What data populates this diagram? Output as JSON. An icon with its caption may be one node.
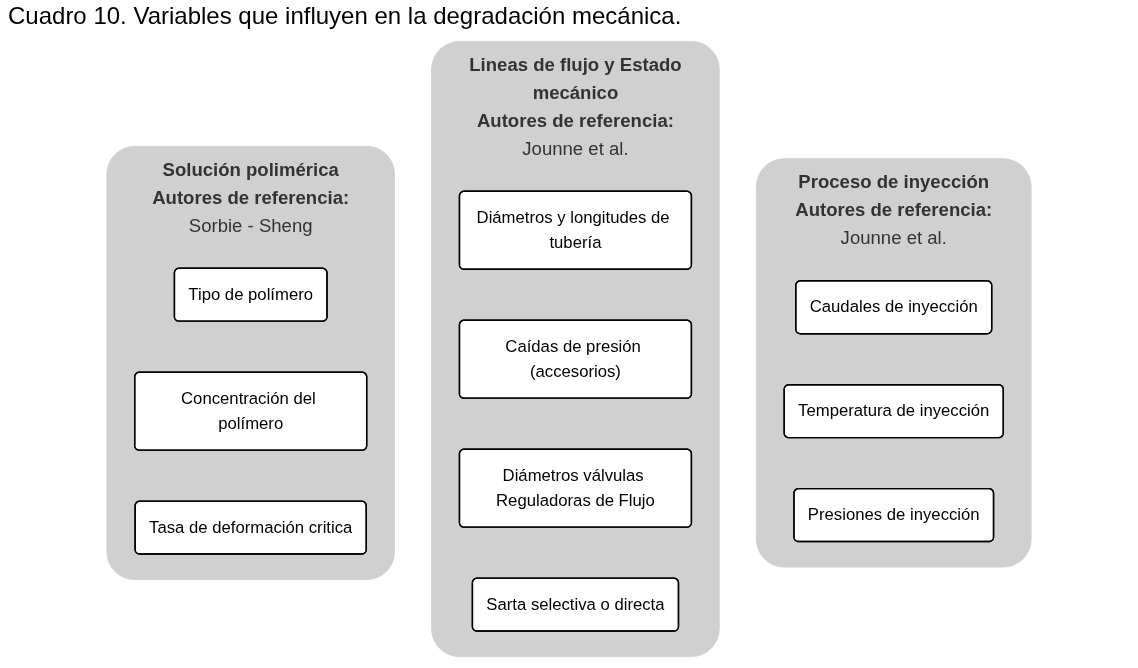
{
  "diagram": {
    "title": "Cuadro 10. Variables que influyen en la degradación mecánica.",
    "nodes": [
      {
        "text": [
          "Solución polimérica",
          "Autores de referencia:",
          "Sorbie - Sheng"
        ]
      },
      {
        "text": [
          "Tipo de polímero"
        ],
        "in": 0
      },
      {
        "text": [
          "Concentración del polímero"
        ],
        "in": 0
      },
      {
        "text": [
          "Tasa de deformación critica"
        ],
        "in": 0
      },
      {
        "text": [
          "Lineas de flujo y Estado mecánico",
          "Autores de referencia:",
          "Jounne et al."
        ]
      },
      {
        "text": [
          "Diámetros y longitudes de tubería"
        ],
        "in": 4
      },
      {
        "text": [
          "Caídas de presión (accesorios)"
        ],
        "in": 4
      },
      {
        "text": [
          "Diámetros válvulas Reguladoras de Flujo"
        ],
        "in": 4
      },
      {
        "text": [
          "Sarta selectiva o directa"
        ],
        "in": 4
      },
      {
        "text": [
          "Proceso de inyección",
          "Autores de referencia:",
          "Jounne et al."
        ]
      },
      {
        "text": [
          "Caudales de inyección"
        ],
        "in": 9
      },
      {
        "text": [
          "Temperatura de inyección"
        ],
        "in": 9
      },
      {
        "text": [
          "Presiones de inyección"
        ],
        "in": 9
      }
    ]
  }
}
